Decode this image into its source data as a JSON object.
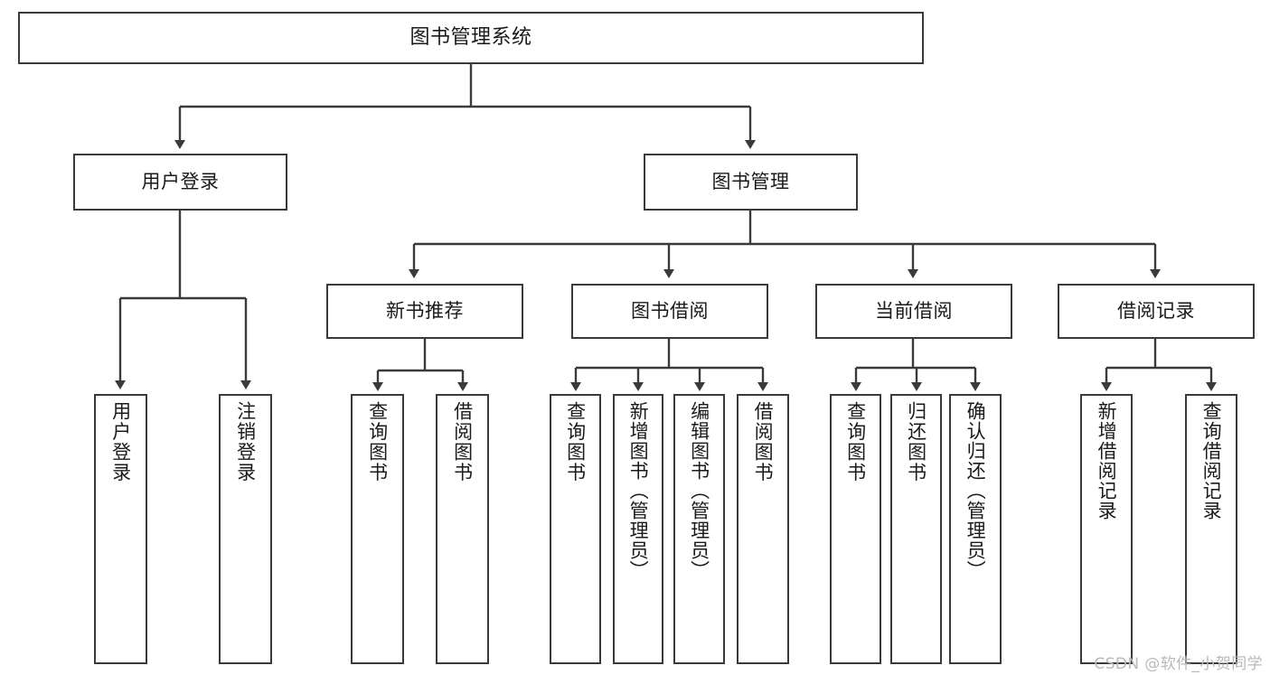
{
  "diagram": {
    "type": "tree-hierarchy-flowchart",
    "title": "图书管理系统",
    "levels": {
      "root": {
        "label": "图书管理系统"
      },
      "level2": [
        {
          "id": "user-login",
          "label": "用户登录"
        },
        {
          "id": "book-manage",
          "label": "图书管理"
        }
      ],
      "level3": [
        {
          "id": "new-book-rec",
          "label": "新书推荐",
          "parent": "book-manage"
        },
        {
          "id": "book-borrow",
          "label": "图书借阅",
          "parent": "book-manage"
        },
        {
          "id": "current-borrow",
          "label": "当前借阅",
          "parent": "book-manage"
        },
        {
          "id": "borrow-record",
          "label": "借阅记录",
          "parent": "book-manage"
        }
      ],
      "leaves": [
        {
          "id": "leaf-user-login",
          "label": "用户登录",
          "parent": "user-login"
        },
        {
          "id": "leaf-logout-login",
          "label": "注销登录",
          "parent": "user-login"
        },
        {
          "id": "leaf-query-book-1",
          "label": "查询图书",
          "parent": "new-book-rec"
        },
        {
          "id": "leaf-borrow-book-1",
          "label": "借阅图书",
          "parent": "new-book-rec"
        },
        {
          "id": "leaf-query-book-2",
          "label": "查询图书",
          "parent": "book-borrow"
        },
        {
          "id": "leaf-add-book",
          "label": "新增图书（管理员）",
          "parent": "book-borrow"
        },
        {
          "id": "leaf-edit-book",
          "label": "编辑图书（管理员）",
          "parent": "book-borrow"
        },
        {
          "id": "leaf-borrow-book-2",
          "label": "借阅图书",
          "parent": "book-borrow"
        },
        {
          "id": "leaf-query-book-3",
          "label": "查询图书",
          "parent": "current-borrow"
        },
        {
          "id": "leaf-return-book",
          "label": "归还图书",
          "parent": "current-borrow"
        },
        {
          "id": "leaf-confirm-return",
          "label": "确认归还（管理员）",
          "parent": "current-borrow"
        },
        {
          "id": "leaf-add-record",
          "label": "新增借阅记录",
          "parent": "borrow-record"
        },
        {
          "id": "leaf-query-record",
          "label": "查询借阅记录",
          "parent": "borrow-record"
        }
      ]
    },
    "colors": {
      "stroke": "#3a3a3a",
      "fill": "#ffffff",
      "text": "#1a1a1a",
      "watermark": "#b9b9b9"
    }
  },
  "watermark": {
    "text": "CSDN @软件_小贺同学"
  }
}
